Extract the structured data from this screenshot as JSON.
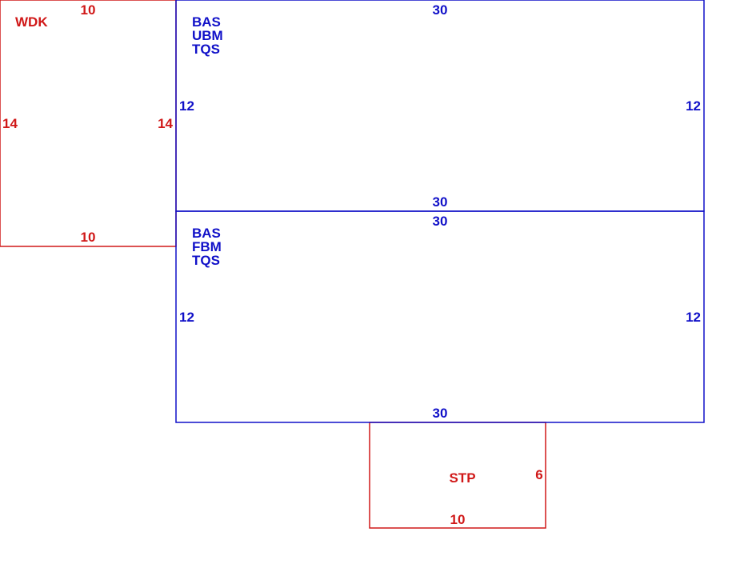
{
  "colors": {
    "main_area": "#1010c8",
    "addition_area": "#d01818",
    "background": "#ffffff"
  },
  "areas": {
    "upper_main": {
      "codes": [
        "BAS",
        "UBM",
        "TQS"
      ],
      "dims": {
        "top": "30",
        "bottom": "30",
        "left": "12",
        "right": "12"
      }
    },
    "lower_main": {
      "codes": [
        "BAS",
        "FBM",
        "TQS"
      ],
      "dims": {
        "top": "30",
        "bottom": "30",
        "left": "12",
        "right": "12"
      }
    },
    "wood_deck": {
      "code": "WDK",
      "dims": {
        "top": "10",
        "bottom": "10",
        "left": "14",
        "right": "14"
      }
    },
    "stoop": {
      "code": "STP",
      "dims": {
        "bottom": "10",
        "right": "6"
      }
    }
  }
}
